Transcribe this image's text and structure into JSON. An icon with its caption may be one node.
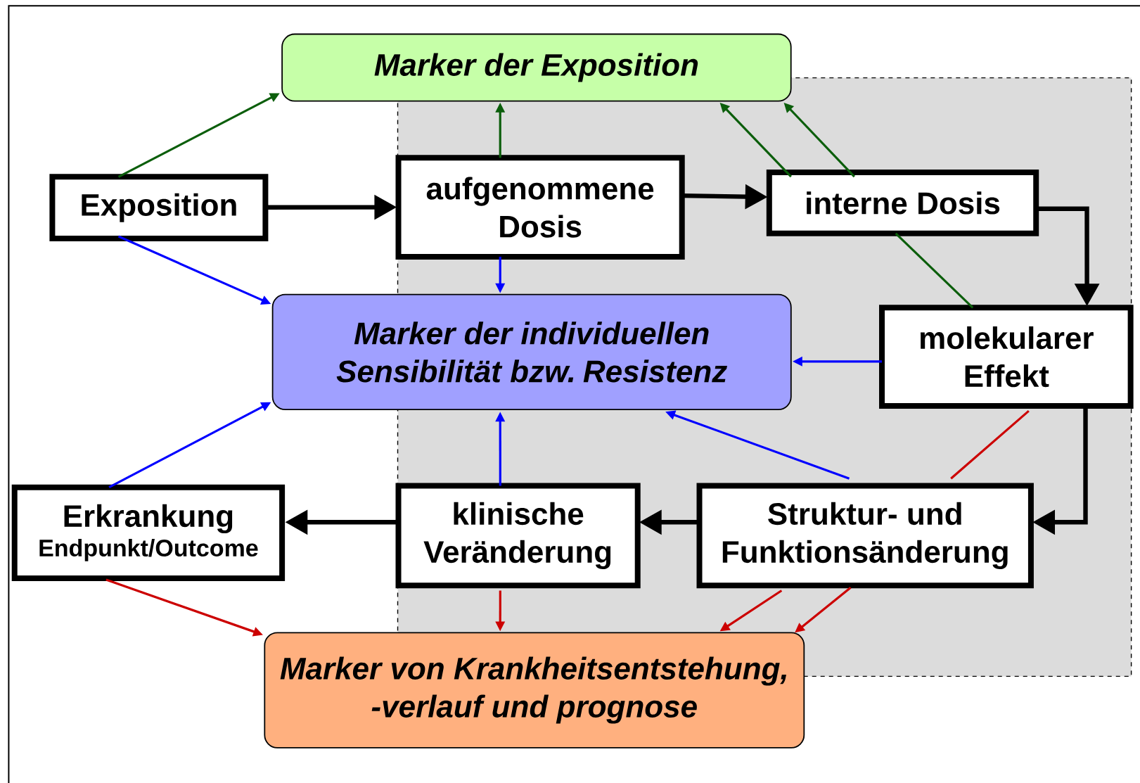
{
  "diagram": {
    "nodes": [
      {
        "text": [
          "Marker der Exposition"
        ]
      },
      {
        "text": [
          "Exposition"
        ]
      },
      {
        "text": [
          "aufgenommene Dosis"
        ]
      },
      {
        "text": [
          "interne Dosis"
        ]
      },
      {
        "text": [
          "Marker der individuellen Sensibilität bzw. Resistenz"
        ]
      },
      {
        "text": [
          "molekularer Effekt"
        ]
      },
      {
        "text": [
          "Erkrankung",
          "Endpunkt/Outcome"
        ]
      },
      {
        "text": [
          "klinische Veränderung"
        ]
      },
      {
        "text": [
          "Struktur- und Funktionsänderung"
        ]
      },
      {
        "text": [
          "Marker von Krankheitsentstehung, -verlauf und prognose"
        ]
      }
    ],
    "edges": [
      {
        "from": 1,
        "to": 0,
        "arrow": "to",
        "color": "#0b5e0b"
      },
      {
        "from": 2,
        "to": 0,
        "arrow": "to",
        "color": "#0b5e0b"
      },
      {
        "from": 3,
        "to": 0,
        "arrow": "to",
        "color": "#0b5e0b"
      },
      {
        "from": 3,
        "to": 0,
        "arrow": "to",
        "color": "#0b5e0b"
      },
      {
        "from": 5,
        "to": 3,
        "arrow": "none",
        "color": "#0b5e0b"
      },
      {
        "from": 1,
        "to": 2,
        "arrow": "to",
        "style": "thick",
        "color": "#000000"
      },
      {
        "from": 2,
        "to": 3,
        "arrow": "to",
        "style": "thick",
        "color": "#000000"
      },
      {
        "from": 3,
        "to": 5,
        "arrow": "to",
        "style": "thick",
        "color": "#000000"
      },
      {
        "from": 5,
        "to": 8,
        "arrow": "to",
        "style": "thick",
        "color": "#000000"
      },
      {
        "from": 8,
        "to": 7,
        "arrow": "to",
        "style": "thick",
        "color": "#000000"
      },
      {
        "from": 7,
        "to": 6,
        "arrow": "to",
        "style": "thick",
        "color": "#000000"
      },
      {
        "from": 1,
        "to": 4,
        "arrow": "to",
        "color": "#0000ff"
      },
      {
        "from": 2,
        "to": 4,
        "arrow": "to",
        "color": "#0000ff"
      },
      {
        "from": 5,
        "to": 4,
        "arrow": "to",
        "color": "#0000ff"
      },
      {
        "from": 6,
        "to": 4,
        "arrow": "to",
        "color": "#0000ff"
      },
      {
        "from": 7,
        "to": 4,
        "arrow": "to",
        "color": "#0000ff"
      },
      {
        "from": 8,
        "to": 4,
        "arrow": "to",
        "color": "#0000ff"
      },
      {
        "from": 5,
        "to": 8,
        "arrow": "none",
        "color": "#cc0000"
      },
      {
        "from": 6,
        "to": 9,
        "arrow": "to",
        "color": "#cc0000"
      },
      {
        "from": 7,
        "to": 9,
        "arrow": "to",
        "color": "#cc0000"
      },
      {
        "from": 8,
        "to": 9,
        "arrow": "to",
        "color": "#cc0000"
      },
      {
        "from": 8,
        "to": 9,
        "arrow": "to",
        "color": "#cc0000"
      }
    ]
  }
}
